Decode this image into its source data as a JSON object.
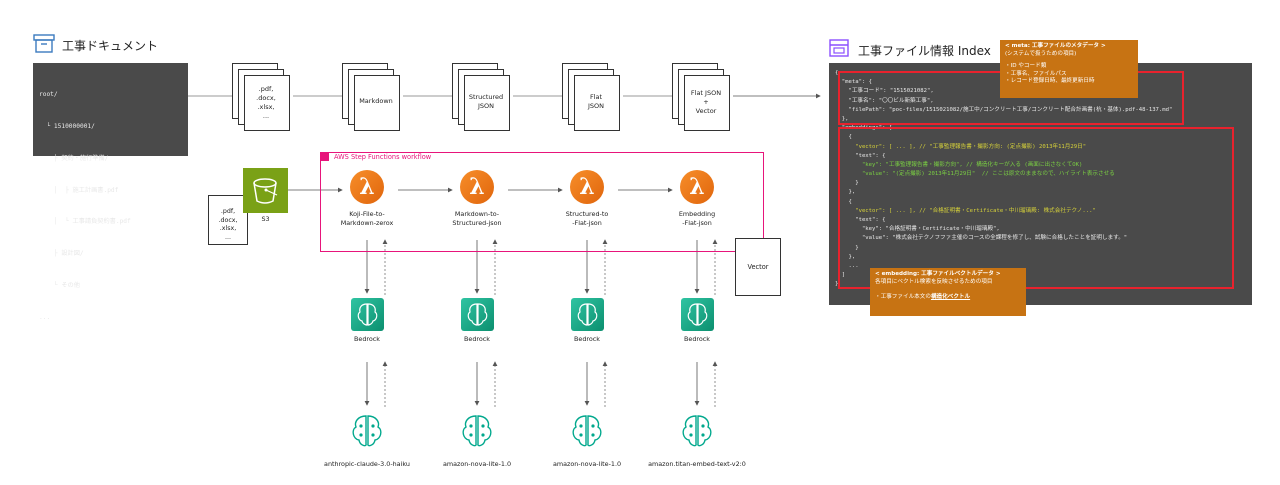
{
  "left_title": "工事ドキュメント",
  "tree_lines": [
    "root/",
    "  └ 1510000001/",
    "    ├ 契約・施行準備/",
    "    │  ├ 施工計画書.pdf",
    "    │  └ 工事請負契約書.pdf",
    "    ├ 設計図/",
    "    └ その他",
    "..."
  ],
  "doc_stages": [
    {
      "label": ".pdf,\n.docx,\n.xlsx,\n..."
    },
    {
      "label": "Markdown"
    },
    {
      "label": "Structured\nJSON"
    },
    {
      "label": "Flat\nJSON"
    },
    {
      "label": "Flat JSON\n+\nVector"
    }
  ],
  "s3": {
    "label": "S3",
    "doc_label": ".pdf,\n.docx,\n.xlsx,\n..."
  },
  "workflow_label": "AWS Step Functions workflow",
  "lambdas": [
    {
      "label": "Koji-File-to-\nMarkdown-zerox"
    },
    {
      "label": "Markdown-to-\nStructured-json"
    },
    {
      "label": "Structured-to\n-Flat-json"
    },
    {
      "label": "Embedding\n-Flat-json"
    }
  ],
  "vector_label": "Vector",
  "bedrock_label": "Bedrock",
  "models": [
    "anthropic-claude-3.0-haiku",
    "amazon-nova-lite-1.0",
    "amazon-nova-lite-1.0",
    "amazon.titan-embed-text-v2:0"
  ],
  "right_title": "工事ファイル情報 Index",
  "meta_note": {
    "title": "< meta: 工事ファイルのメタデータ >",
    "sub": "(システムで扱うための項目)",
    "items": [
      "・ID やコード類",
      "・工事名、ファイルパス",
      "・レコード登録日時、最終更新日時"
    ]
  },
  "embedding_note": {
    "title": "< embedding: 工事ファイルベクトルデータ >",
    "sub": "各項目にベクトル検索を反映させるための項目",
    "item_prefix": "・工事ファイル本文の",
    "item_link": "構造化ベクトル"
  },
  "code_lines": [
    "{",
    "  \"meta\": {",
    "    \"工事コード\": \"1515021082\",",
    "    \"工事名\": \"〇〇ビル新築工事\",",
    "    \"filePath\": \"poc-files/1515021082/施工中/コンクリート工事/コンクリート配合計画書(杭・基体).pdf-48-137.md\"",
    "  },",
    "  \"embeddings\": [",
    "    {",
    "      \"vector\": [ ... ], // \"工事監理報告書・撮影方向: (定点撮影) 2013年11月29日\"",
    "      \"text\": {",
    "        \"key\": \"工事監理報告書・撮影方向\", // 構造化キーが入る (画面に出さなくてOK)",
    "        \"value\": \"(定点撮影) 2013年11月29日\"  // ここは原文のままなので、ハイライト表示させる",
    "      }",
    "    },",
    "    {",
    "      \"vector\": [ ... ], // \"合格証明書・Certificate・中川瑠璃殿: 株式会社テクノ...\"",
    "      \"text\": {",
    "        \"key\": \"合格証明書・Certificate・中川瑠璃殿\",",
    "        \"value\": \"株式会社テクノフファ主催のコースの全課程を修了し、試験に合格したことを証明します。\"",
    "      }",
    "    },",
    "    ...",
    "  ]",
    "}"
  ],
  "colors": {
    "lambda": "#ed7100",
    "bedrock": "#01a88d",
    "s3": "#7aa116",
    "workflow_border": "#e7157b",
    "highlight_box": "#e8222d",
    "note_bg": "#c77313",
    "code_bg": "#4a4a4a"
  }
}
